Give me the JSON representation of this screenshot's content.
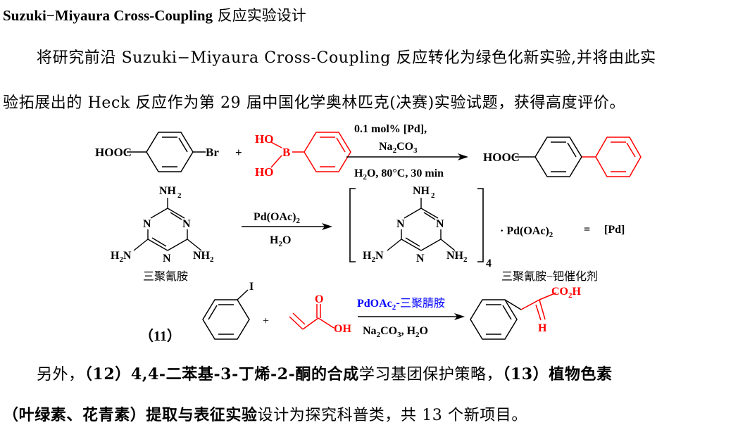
{
  "title": {
    "bold": "Suzuki−Miyaura Cross-Coupling",
    "rest": " 反应实验设计"
  },
  "paragraph1": {
    "line1": "将研究前沿 Suzuki−Miyaura Cross-Coupling 反应转化为绿色化新实验,并将由此实",
    "line2": "验拓展出的 Heck 反应作为第 29 届中国化学奥林匹克(决赛)实验试题，获得高度评价。"
  },
  "scheme": {
    "r1": {
      "left_group": "HOOC",
      "right_group": "Br",
      "plus": "+",
      "boronic_top": "HO",
      "boronic_b": "B",
      "boronic_bottom": "HO",
      "cond_top1": "0.1 mol% [Pd],",
      "cond_top2_a": "Na",
      "cond_top2_sub1": "2",
      "cond_top2_b": "CO",
      "cond_top2_sub2": "3",
      "cond_bottom_a": "H",
      "cond_bottom_sub": "2",
      "cond_bottom_b": "O, 80°C, 30 min",
      "product_group": "HOOC"
    },
    "r2": {
      "nh2_top": "NH",
      "nh2_sub": "2",
      "ring_n": "N",
      "nh2_left_a": "H",
      "nh2_left_sub": "2",
      "nh2_left_b": "N",
      "melamine_label": "三聚氰胺",
      "cond_top_a": "Pd(OAc)",
      "cond_top_sub": "2",
      "cond_bottom_a": "H",
      "cond_bottom_sub": "2",
      "cond_bottom_b": "O",
      "bracket_sub": "4",
      "dot_pd_a": "· Pd(OAc)",
      "dot_pd_sub": "2",
      "equals": "=",
      "pd_label": "[Pd]",
      "catalyst_label": "三聚氰胺−钯催化剂"
    },
    "r3": {
      "number": "（11）",
      "iodo": "I",
      "plus": "+",
      "carbonyl_o": "O",
      "oh": "OH",
      "cond_top_a": "PdOAc",
      "cond_top_sub": "2",
      "cond_top_b": "-三聚腈胺",
      "cond_bottom_a": "Na",
      "cond_bottom_sub1": "2",
      "cond_bottom_b": "CO",
      "cond_bottom_sub2": "3",
      "cond_bottom_c": ", H",
      "cond_bottom_sub3": "2",
      "cond_bottom_d": "O",
      "product_co2h_a": "CO",
      "product_co2h_sub": "2",
      "product_co2h_b": "H",
      "product_h": "H"
    }
  },
  "paragraph2": {
    "line1_a": "另外，",
    "line1_b": "（12）4,4-",
    "line1_c": "二苯基",
    "line1_d": "-3-",
    "line1_e": "丁烯",
    "line1_f": "-2-",
    "line1_g": "酮的合成",
    "line1_h": "学习基团保护策略，",
    "line1_i": "（13）植物色素",
    "line2_a": "（叶绿素、花青素）提取与表征实验",
    "line2_b": "设计为探究科普类，共 13 个新项目。"
  },
  "colors": {
    "highlight": "#ff0000",
    "blue": "#0000ff",
    "text": "#000000"
  }
}
